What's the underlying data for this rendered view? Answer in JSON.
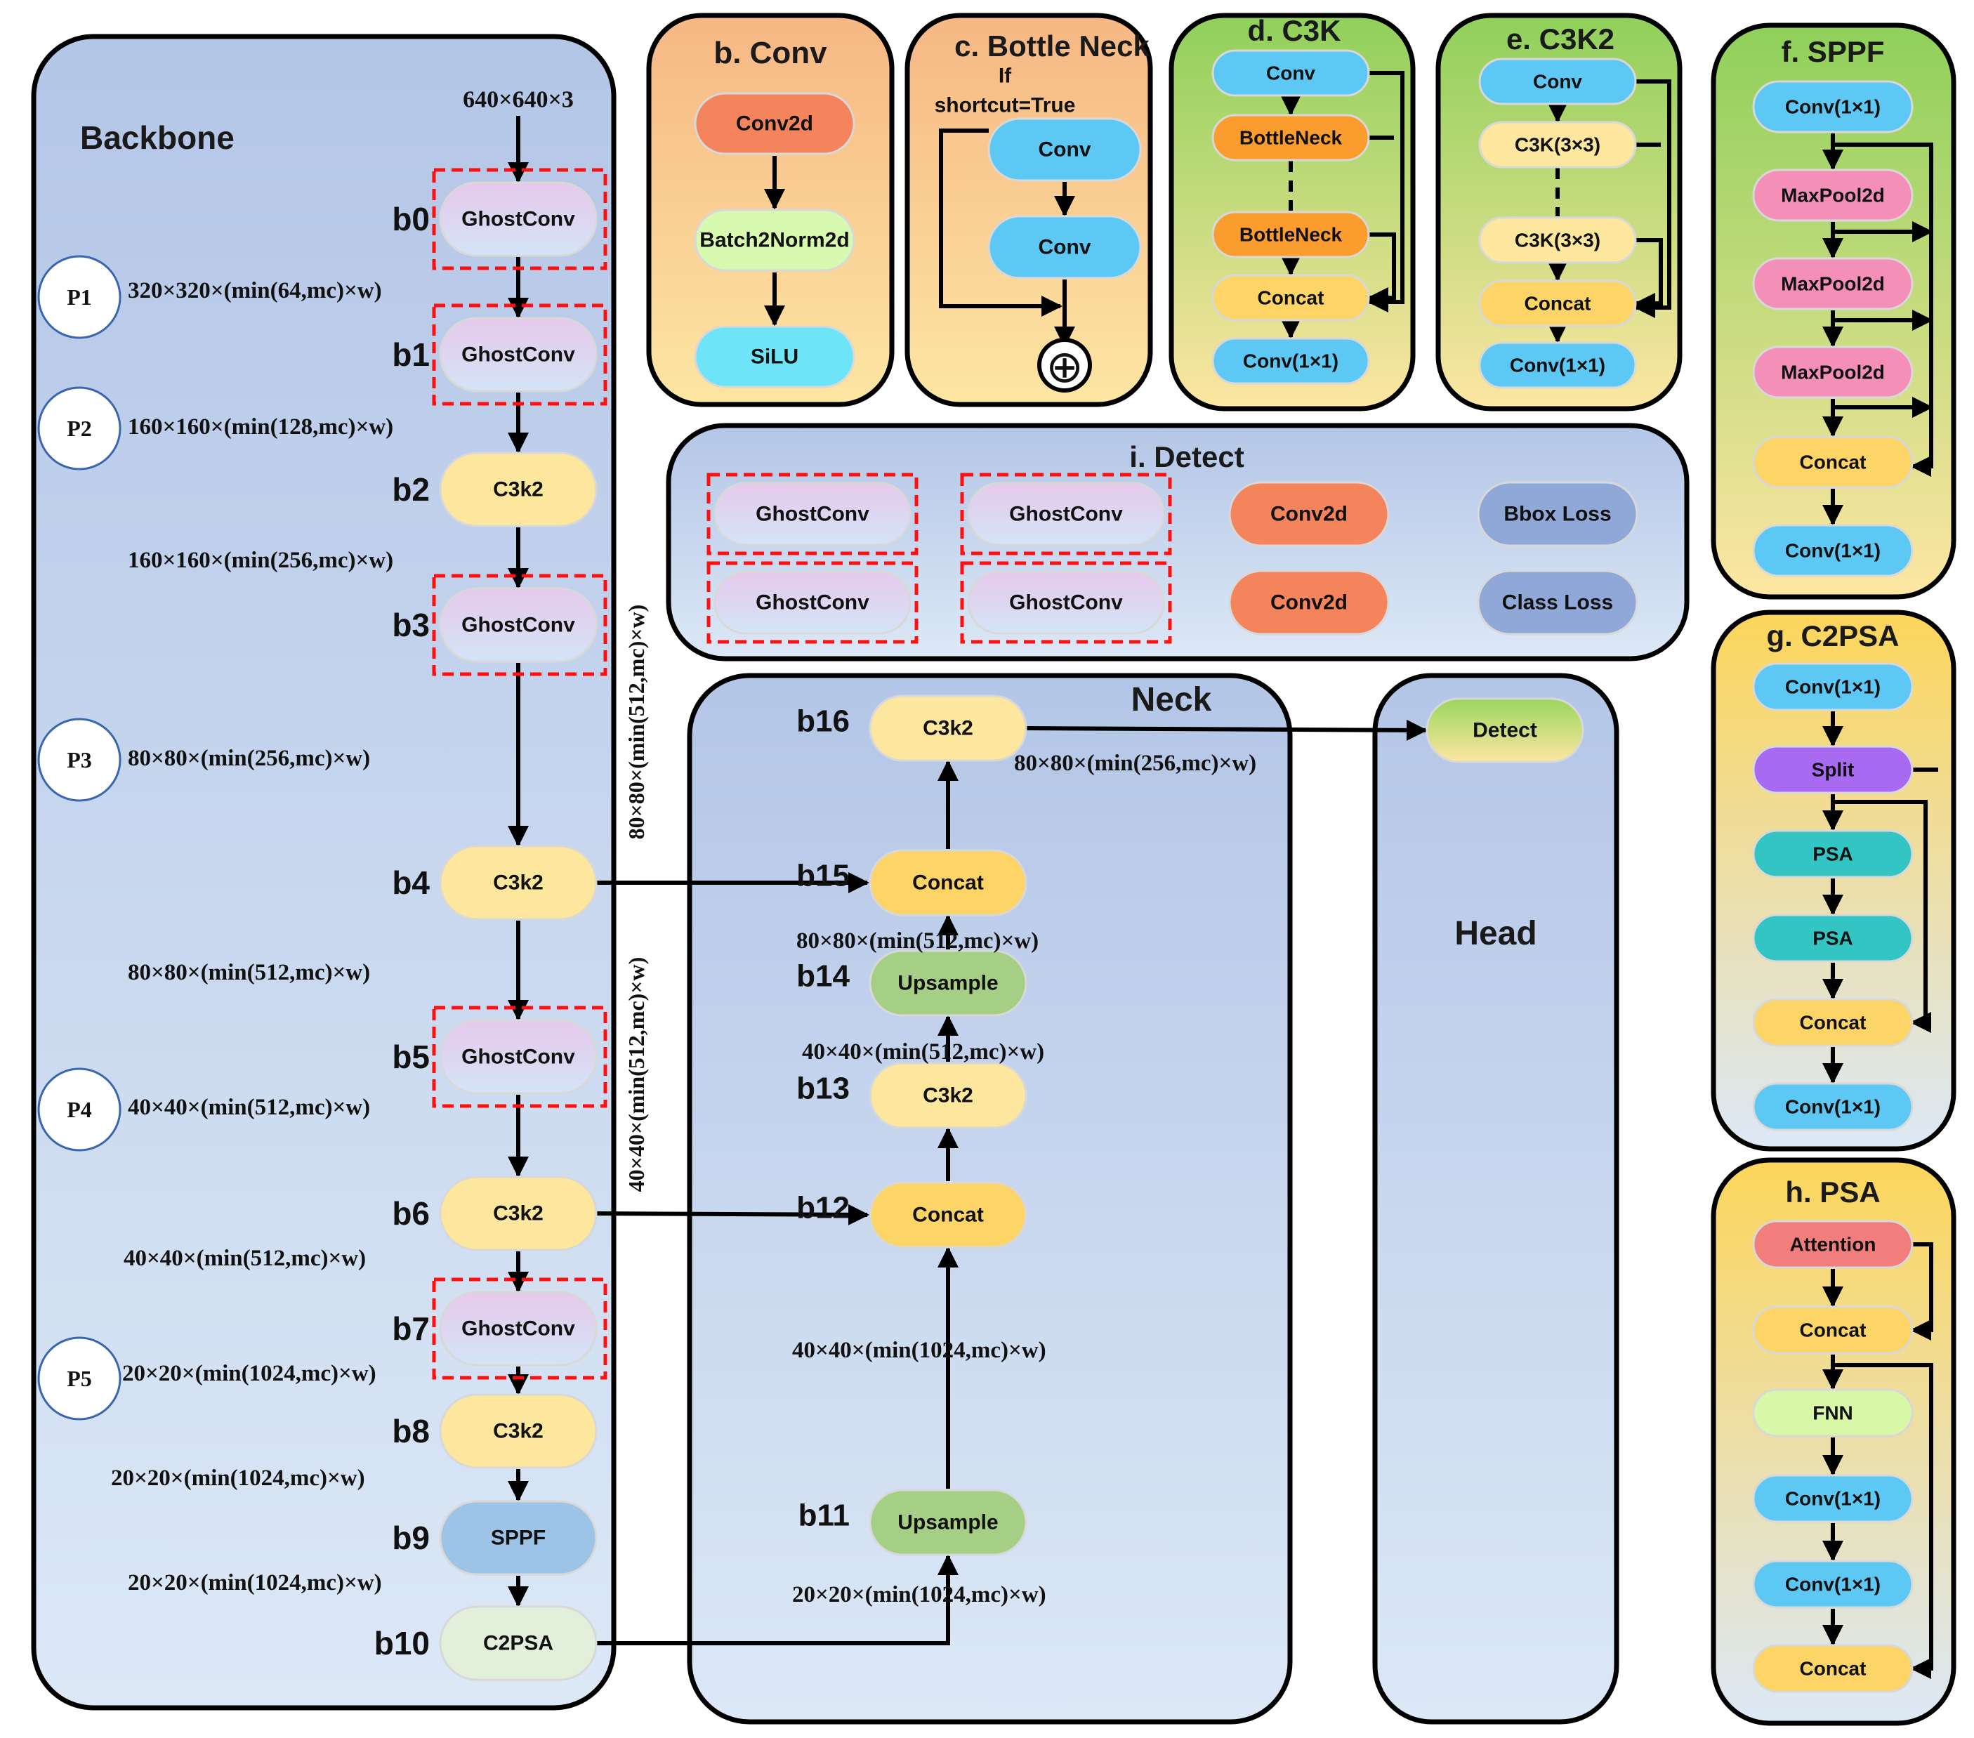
{
  "backbone": {
    "title": "Backbone",
    "input_size": "640×640×3",
    "blocks": [
      {
        "id": "b0",
        "label": "GhostConv",
        "kind": "ghost",
        "dashed": true
      },
      {
        "id": "b1",
        "label": "GhostConv",
        "kind": "ghost",
        "dashed": true
      },
      {
        "id": "b2",
        "label": "C3k2",
        "kind": "c3k2",
        "dashed": false
      },
      {
        "id": "b3",
        "label": "GhostConv",
        "kind": "ghost",
        "dashed": true
      },
      {
        "id": "b4",
        "label": "C3k2",
        "kind": "c3k2",
        "dashed": false
      },
      {
        "id": "b5",
        "label": "GhostConv",
        "kind": "ghost",
        "dashed": true
      },
      {
        "id": "b6",
        "label": "C3k2",
        "kind": "c3k2",
        "dashed": false
      },
      {
        "id": "b7",
        "label": "GhostConv",
        "kind": "ghost",
        "dashed": true
      },
      {
        "id": "b8",
        "label": "C3k2",
        "kind": "c3k2",
        "dashed": false
      },
      {
        "id": "b9",
        "label": "SPPF",
        "kind": "sppf",
        "dashed": false
      },
      {
        "id": "b10",
        "label": "C2PSA",
        "kind": "c2psa",
        "dashed": false
      }
    ],
    "pyramid_levels": [
      "P1",
      "P2",
      "P3",
      "P4",
      "P5"
    ],
    "sizes": [
      "320×320×(min(64,mc)×w)",
      "160×160×(min(128,mc)×w)",
      "160×160×(min(256,mc)×w)",
      "80×80×(min(256,mc)×w)",
      "80×80×(min(512,mc)×w)",
      "40×40×(min(512,mc)×w)",
      "40×40×(min(512,mc)×w)",
      "20×20×(min(1024,mc)×w)",
      "20×20×(min(1024,mc)×w)",
      "20×20×(min(1024,mc)×w)"
    ],
    "side_sizes": [
      "80×80×(min(512,mc)×w)",
      "40×40×(min(512,mc)×w)"
    ]
  },
  "neck": {
    "title": "Neck",
    "blocks": [
      {
        "id": "b11",
        "label": "Upsample",
        "kind": "upsample"
      },
      {
        "id": "b12",
        "label": "Concat",
        "kind": "concat"
      },
      {
        "id": "b13",
        "label": "C3k2",
        "kind": "c3k2"
      },
      {
        "id": "b14",
        "label": "Upsample",
        "kind": "upsample"
      },
      {
        "id": "b15",
        "label": "Concat",
        "kind": "concat"
      },
      {
        "id": "b16",
        "label": "C3k2",
        "kind": "c3k2"
      }
    ],
    "sizes": [
      "20×20×(min(1024,mc)×w)",
      "40×40×(min(1024,mc)×w)",
      "40×40×(min(512,mc)×w)",
      "80×80×(min(512,mc)×w)",
      "80×80×(min(256,mc)×w)"
    ]
  },
  "head": {
    "title": "Head",
    "detect_label": "Detect"
  },
  "panels": {
    "conv": {
      "title": "b. Conv",
      "items": [
        "Conv2d",
        "Batch2Norm2d",
        "SiLU"
      ]
    },
    "bottleneck": {
      "title": "c. Bottle Neck",
      "condition": "If\nshortcut=True",
      "items": [
        "Conv",
        "Conv"
      ],
      "add_symbol": "⊕"
    },
    "c3k": {
      "title": "d. C3K",
      "items": [
        "Conv",
        "BottleNeck",
        "BottleNeck",
        "Concat",
        "Conv(1×1)"
      ]
    },
    "c3k2": {
      "title": "e. C3K2",
      "items": [
        "Conv",
        "C3K(3×3)",
        "C3K(3×3)",
        "Concat",
        "Conv(1×1)"
      ]
    },
    "sppf": {
      "title": "f. SPPF",
      "items": [
        "Conv(1×1)",
        "MaxPool2d",
        "MaxPool2d",
        "MaxPool2d",
        "Concat",
        "Conv(1×1)"
      ]
    },
    "c2psa": {
      "title": "g. C2PSA",
      "items": [
        "Conv(1×1)",
        "Split",
        "PSA",
        "PSA",
        "Concat",
        "Conv(1×1)"
      ]
    },
    "psa": {
      "title": "h. PSA",
      "items": [
        "Attention",
        "Concat",
        "FNN",
        "Conv(1×1)",
        "Conv(1×1)",
        "Concat"
      ]
    },
    "detect": {
      "title": "i. Detect",
      "ghost_items": [
        "GhostConv",
        "GhostConv",
        "GhostConv",
        "GhostConv"
      ],
      "conv_items": [
        "Conv2d",
        "Conv2d"
      ],
      "loss_items": [
        "Bbox Loss",
        "Class Loss"
      ]
    }
  },
  "colors": {
    "ghost": "#e0c8ea",
    "c3k2": "#fde79e",
    "concat": "#fdd466",
    "upsample": "#a6cf86",
    "sppf": "#9dc3e6",
    "c2psa": "#e2efda",
    "conv_blue": "#5ec8f4",
    "conv2d_orange": "#f4845c",
    "bottleneck_orange": "#fb9d2e",
    "maxpool_pink": "#f48fb8",
    "split_purple": "#a86af0",
    "psa_teal": "#33c4c4",
    "attention_red": "#f27d7d",
    "fnn_green": "#d8f8a8",
    "batchnorm_green": "#d8fab0",
    "silu_cyan": "#6ee4f8",
    "loss_blue": "#8fa8d8",
    "dashed_red": "#ff1010"
  }
}
